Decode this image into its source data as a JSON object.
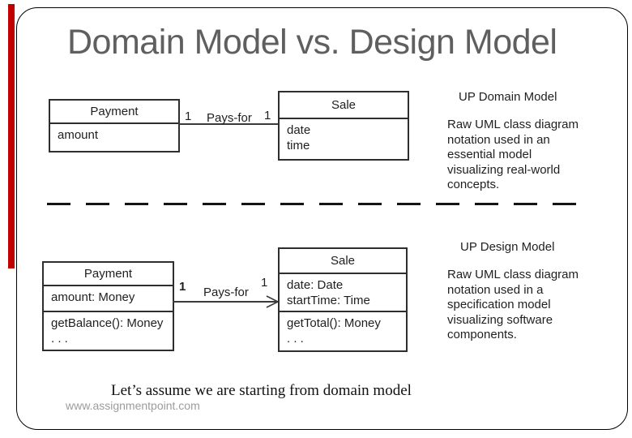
{
  "slide": {
    "title": "Domain Model vs. Design Model",
    "caption": "Let’s assume we are starting from domain model",
    "watermark": "www.assignmentpoint.com",
    "colors": {
      "title_gray": "#5f5f5f",
      "accent_bar_red": "#c00000",
      "diagram_ink": "#1f1f1f",
      "watermark_gray": "#9c9c9c"
    }
  },
  "domain_model": {
    "heading": "UP Domain Model",
    "description_lines": [
      "Raw UML class diagram",
      "notation used in an",
      "essential model",
      "visualizing real-world",
      "concepts."
    ],
    "payment_class": {
      "name": "Payment",
      "attributes": [
        "amount"
      ]
    },
    "sale_class": {
      "name": "Sale",
      "attributes": [
        "date",
        "time"
      ]
    },
    "association": {
      "left_multiplicity": "1",
      "name": "Pays-for",
      "right_multiplicity": "1"
    }
  },
  "design_model": {
    "heading": "UP Design Model",
    "description_lines": [
      "Raw UML class diagram",
      "notation used in a",
      "specification model",
      "visualizing software",
      "components."
    ],
    "payment_class": {
      "name": "Payment",
      "attributes": [
        "amount: Money"
      ],
      "operations": [
        "getBalance(): Money",
        ". . ."
      ]
    },
    "sale_class": {
      "name": "Sale",
      "attributes": [
        "date: Date",
        "startTime: Time"
      ],
      "operations": [
        "getTotal(): Money",
        ". . ."
      ]
    },
    "association": {
      "left_multiplicity": "1",
      "name": "Pays-for",
      "right_multiplicity": "1"
    }
  }
}
